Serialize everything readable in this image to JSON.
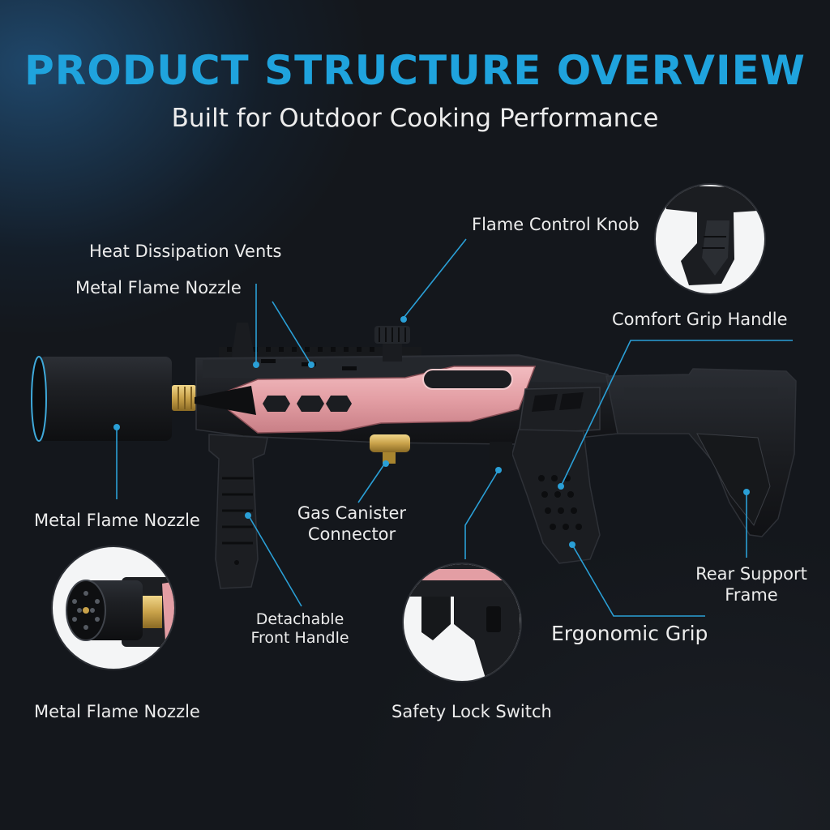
{
  "header": {
    "title": "PRODUCT STRUCTURE OVERVIEW",
    "subtitle": "Built for Outdoor Cooking Performance"
  },
  "labels": {
    "heat_vents": "Heat Dissipation Vents",
    "nozzle_top": "Metal Flame Nozzle",
    "flame_knob": "Flame Control Knob",
    "comfort_grip": "Comfort Grip Handle",
    "nozzle_mid": "Metal Flame Nozzle",
    "gas_line1": "Gas Canister",
    "gas_line2": "Connector",
    "rear_line1": "Rear Support",
    "rear_line2": "Frame",
    "front_line1": "Detachable",
    "front_line2": "Front Handle",
    "ergonomic": "Ergonomic Grip",
    "nozzle_bottom": "Metal Flame Nozzle",
    "safety_lock": "Safety Lock Switch"
  },
  "colors": {
    "accent": "#1fa3dd",
    "leader": "#2a9fd6",
    "background": "#14171c",
    "body": "#1c1e22",
    "panel_pink": "#e8a9ad",
    "brass": "#c9a24a"
  },
  "icons": {
    "nozzle_detail": "nozzle-closeup-icon",
    "grip_detail": "grip-closeup-icon",
    "trigger_detail": "trigger-closeup-icon"
  }
}
